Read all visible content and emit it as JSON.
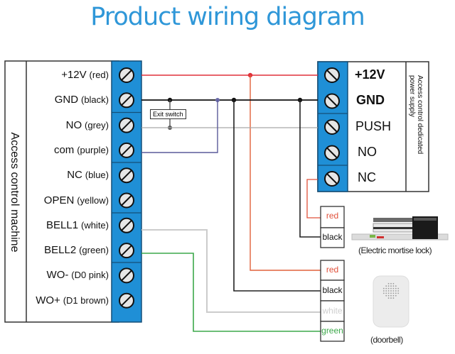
{
  "title": "Product wiring diagram",
  "controller": {
    "name": "Access control machine",
    "terminals": [
      {
        "name": "+12V",
        "wire": "(red)"
      },
      {
        "name": "GND",
        "wire": "(black)"
      },
      {
        "name": "NO",
        "wire": "(grey)"
      },
      {
        "name": "com",
        "wire": "(purple)"
      },
      {
        "name": "NC",
        "wire": "(blue)"
      },
      {
        "name": "OPEN",
        "wire": "(yellow)"
      },
      {
        "name": "BELL1",
        "wire": "(white)"
      },
      {
        "name": "BELL2",
        "wire": "(green)"
      },
      {
        "name": "WO-",
        "wire": "(D0 pink)"
      },
      {
        "name": "WO+",
        "wire": "(D1 brown)"
      }
    ]
  },
  "exit_switch": "Exit switch",
  "power_supply": {
    "name": "Access control dedicated power supply",
    "name_line1": "Access control dedicated",
    "name_line2": "power supply",
    "terminals": [
      "+12V",
      "GND",
      "PUSH",
      "NO",
      "NC"
    ]
  },
  "lock": {
    "caption": "(Electric mortise lock)",
    "wires": [
      "red",
      "black"
    ]
  },
  "doorbell": {
    "caption": "(doorbell)",
    "wires": [
      "red",
      "black",
      "white",
      "green"
    ]
  },
  "colors": {
    "title": "#2f97d8",
    "terminal_block": "#1f8fd6",
    "red": "#e0303a",
    "black": "#111111",
    "grey": "#9a9a9a",
    "purple": "#5a5a9a",
    "orange": "#e08a4a",
    "white": "#c8c8c8",
    "green": "#3ca84a"
  }
}
